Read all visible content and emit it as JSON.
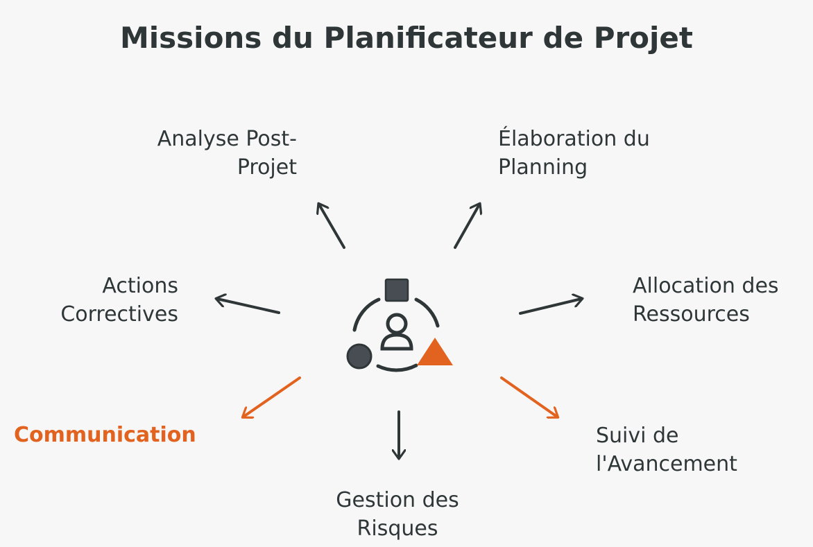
{
  "title": "Missions du Planificateur de Projet",
  "colors": {
    "text": "#2f3638",
    "accent": "#e2621f",
    "icon_dark": "#474d52",
    "background": "#f7f7f7"
  },
  "center": {
    "icon": "project-planner-icon",
    "shapes": [
      "square-icon",
      "person-icon",
      "circle-icon",
      "triangle-icon"
    ]
  },
  "missions": {
    "analyse": {
      "line1": "Analyse Post-",
      "line2": "Projet",
      "highlighted": false
    },
    "elaboration": {
      "line1": "Élaboration du",
      "line2": "Planning",
      "highlighted": false
    },
    "actions": {
      "line1": "Actions",
      "line2": "Correctives",
      "highlighted": false
    },
    "allocation": {
      "line1": "Allocation des",
      "line2": "Ressources",
      "highlighted": false
    },
    "communication": {
      "line1": "Communication",
      "highlighted": true
    },
    "suivi": {
      "line1": "Suivi de",
      "line2": "l'Avancement",
      "highlighted": true
    },
    "gestion": {
      "line1": "Gestion des",
      "line2": "Risques",
      "highlighted": false
    }
  }
}
